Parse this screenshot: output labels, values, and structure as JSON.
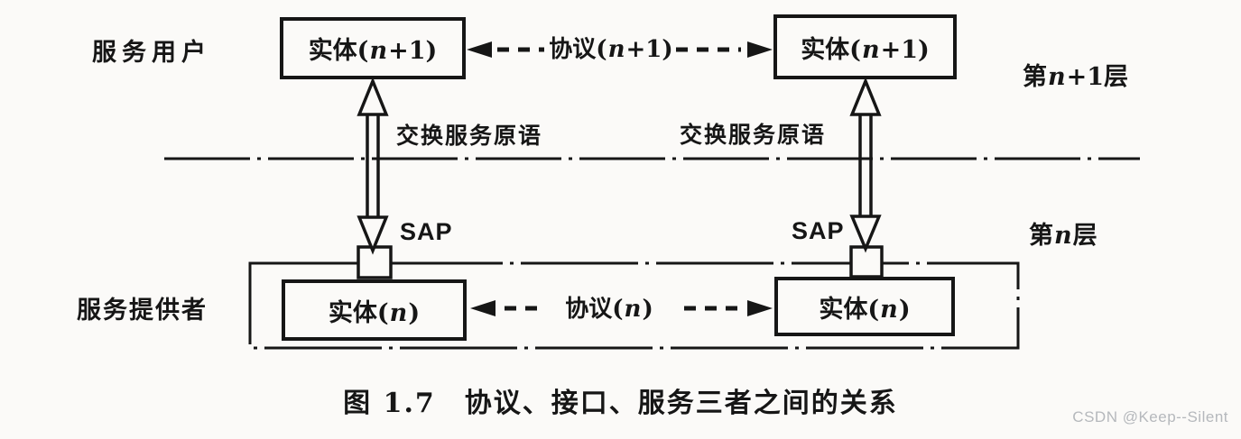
{
  "figure": {
    "caption": "图 1.7　协议、接口、服务三者之间的关系",
    "watermark": "CSDN @Keep--Silent"
  },
  "labels": {
    "service_user": "服务用户",
    "service_provider": "服务提供者",
    "exchange_primitives": "交换服务原语",
    "sap": "SAP"
  },
  "parts": {
    "entity_upper": {
      "pre": "实体(",
      "var": "n",
      "post": "+1)"
    },
    "entity_lower": {
      "pre": "实体(",
      "var": "n",
      "post": ")"
    },
    "protocol_upper": {
      "pre": "协议(",
      "var": "n",
      "post": "+1)"
    },
    "protocol_lower": {
      "pre": "协议(",
      "var": "n",
      "post": ")"
    },
    "layer_upper": {
      "pre": "第",
      "var": "n",
      "post": "+1层"
    },
    "layer_lower": {
      "pre": "第",
      "var": "n",
      "post": "层"
    }
  },
  "colors": {
    "ink": "#161616",
    "background": "#fbfaf8",
    "watermark": "#b5b8bc"
  }
}
